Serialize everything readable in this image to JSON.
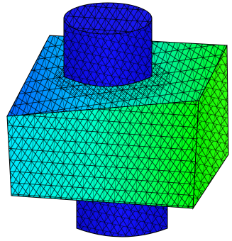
{
  "scene": {
    "subject": "finite-element-tetrahedral-mesh",
    "objects": [
      "cylindrical-shaft",
      "rectangular-block"
    ],
    "colormap": [
      "#0000ff",
      "#0060ff",
      "#00c0ff",
      "#00ffff",
      "#00ff80",
      "#00ff00"
    ],
    "shaft_color": "#1010e8",
    "mesh_line_color": "#000000",
    "background": "#ffffff"
  }
}
